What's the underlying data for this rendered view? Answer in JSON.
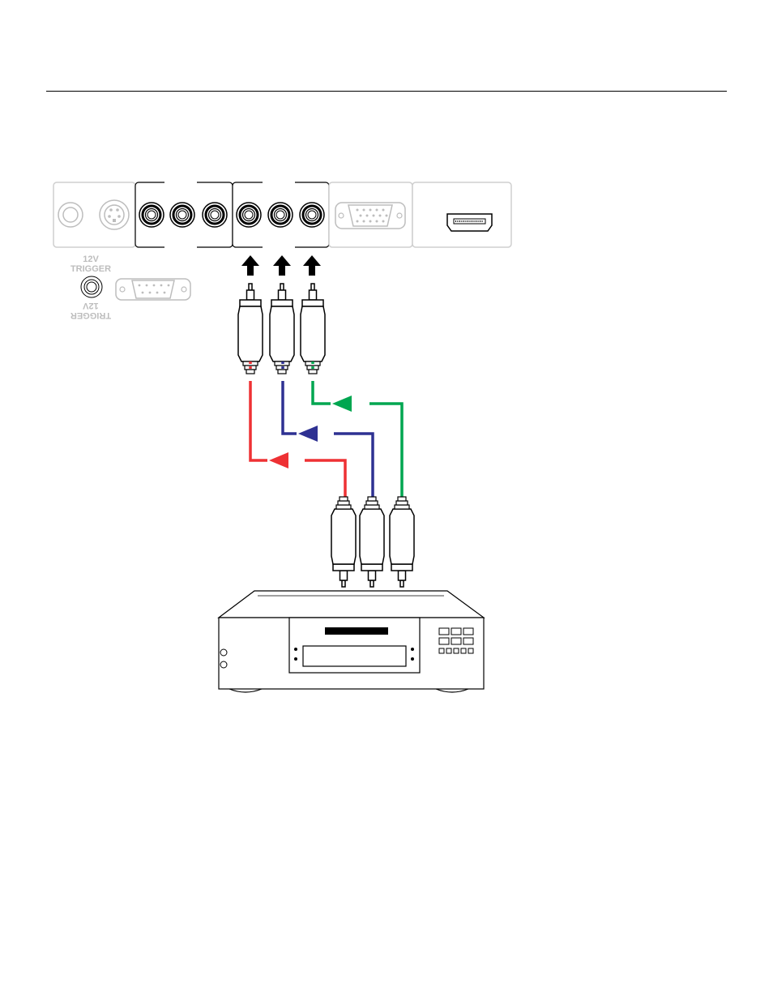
{
  "diagram": {
    "trigger_label_line1": "12V",
    "trigger_label_line2": "TRIGGER",
    "trigger_label_flipped_line1": "TRIGGER",
    "trigger_label_flipped_line2": "12V",
    "colors": {
      "red": "#ee3134",
      "blue": "#2e3192",
      "green": "#00a650",
      "panel_outline": "#cfcfcf",
      "connector_gray": "#bdbdbd"
    },
    "icons": [
      "audio-jack-icon",
      "s-video-port-icon",
      "rca-jack-icon",
      "vga-port-icon",
      "hdmi-port-icon",
      "rs232-port-icon",
      "rca-plug-icon",
      "arrow-up-icon",
      "arrow-left-icon",
      "dvd-player-icon"
    ]
  }
}
